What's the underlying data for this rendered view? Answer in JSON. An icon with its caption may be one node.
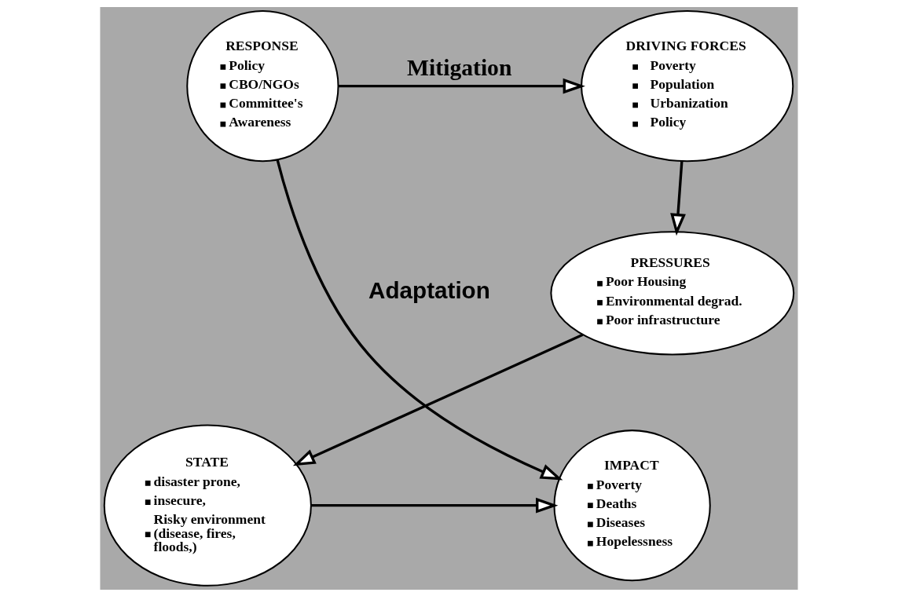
{
  "diagram": {
    "nodes": [
      {
        "text": [
          "RESPONSE",
          "Policy",
          "CBO/NGOs",
          "Committee's",
          "Awareness"
        ]
      },
      {
        "text": [
          "DRIVING FORCES",
          "Poverty",
          "Population",
          "Urbanization",
          "Policy"
        ]
      },
      {
        "text": [
          "PRESSURES",
          "Poor Housing",
          "Environmental degrad.",
          "Poor infrastructure"
        ]
      },
      {
        "text": [
          "STATE",
          "disaster prone,",
          "insecure,",
          "Risky environment (disease, fires, floods,)"
        ]
      },
      {
        "text": [
          "IMPACT",
          "Poverty",
          "Deaths",
          "Diseases",
          "Hopelessness"
        ]
      }
    ],
    "edges": [
      {
        "from": 0,
        "to": 1,
        "arrow": "to",
        "label": "Mitigation"
      },
      {
        "from": 1,
        "to": 2,
        "arrow": "to"
      },
      {
        "from": 2,
        "to": 3,
        "arrow": "to"
      },
      {
        "from": 3,
        "to": 4,
        "arrow": "to"
      },
      {
        "from": 0,
        "to": 4,
        "arrow": "to",
        "label": "Adaptation"
      }
    ]
  }
}
